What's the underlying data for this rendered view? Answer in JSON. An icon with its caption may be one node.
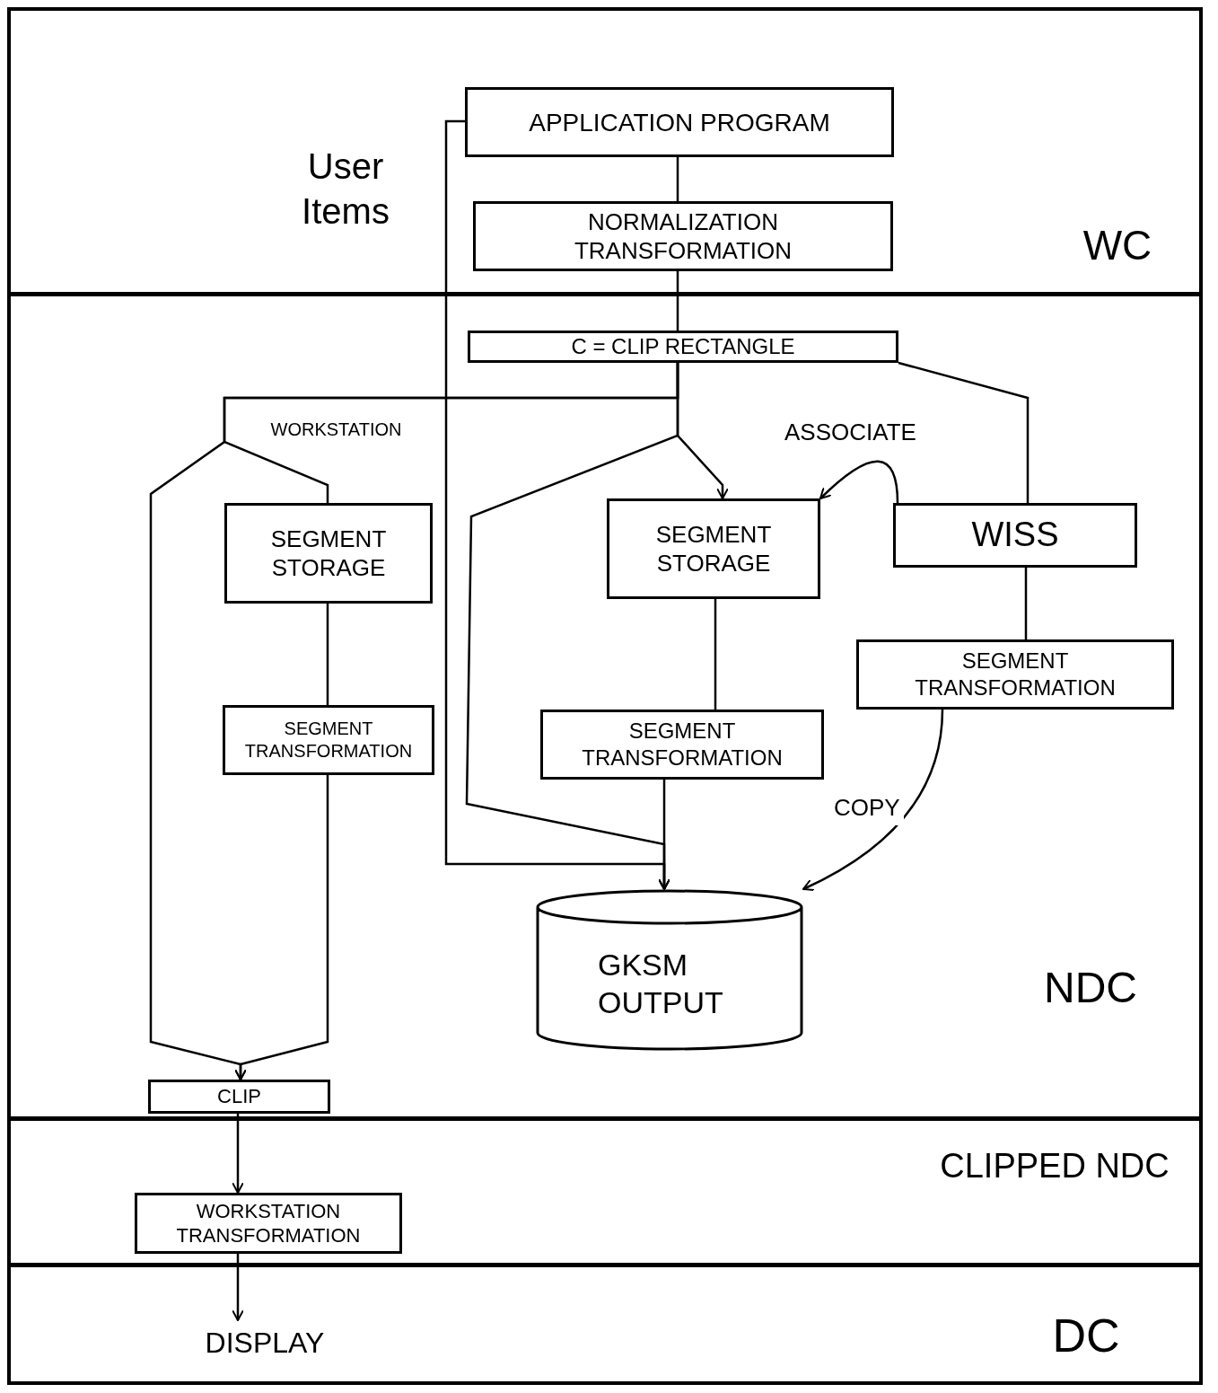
{
  "diagram": {
    "nodes": [
      {
        "text": [
          "APPLICATION PROGRAM"
        ]
      },
      {
        "text": [
          "NORMALIZATION TRANSFORMATION"
        ]
      },
      {
        "text": [
          "C = CLIP RECTANGLE"
        ]
      },
      {
        "text": [
          "SEGMENT STORAGE"
        ]
      },
      {
        "text": [
          "SEGMENT TRANSFORMATION"
        ]
      },
      {
        "text": [
          "SEGMENT STORAGE"
        ]
      },
      {
        "text": [
          "SEGMENT TRANSFORMATION"
        ]
      },
      {
        "text": [
          "WISS"
        ]
      },
      {
        "text": [
          "SEGMENT TRANSFORMATION"
        ]
      },
      {
        "text": [
          "GKSM OUTPUT"
        ]
      },
      {
        "text": [
          "CLIP"
        ]
      },
      {
        "text": [
          "WORKSTATION TRANSFORMATION"
        ]
      },
      {
        "text": [
          "DISPLAY"
        ]
      }
    ],
    "edges": [
      {
        "from": 0,
        "to": 1,
        "arrow": "none"
      },
      {
        "from": 1,
        "to": 2,
        "arrow": "none"
      },
      {
        "from": 2,
        "to": 3,
        "arrow": "none"
      },
      {
        "from": 2,
        "to": 10,
        "arrow": "to"
      },
      {
        "from": 2,
        "to": 5,
        "arrow": "to"
      },
      {
        "from": 2,
        "to": 9,
        "arrow": "to"
      },
      {
        "from": 2,
        "to": 7,
        "arrow": "none"
      },
      {
        "from": 0,
        "to": 9,
        "arrow": "to"
      },
      {
        "from": 3,
        "to": 4,
        "arrow": "none"
      },
      {
        "from": 4,
        "to": 10,
        "arrow": "to"
      },
      {
        "from": 5,
        "to": 6,
        "arrow": "none"
      },
      {
        "from": 6,
        "to": 9,
        "arrow": "to"
      },
      {
        "from": 7,
        "to": 8,
        "arrow": "none"
      },
      {
        "from": 7,
        "to": 5,
        "arrow": "to",
        "label": "ASSOCIATE"
      },
      {
        "from": 8,
        "to": 9,
        "arrow": "to",
        "label": "COPY"
      },
      {
        "from": 10,
        "to": 11,
        "arrow": "to"
      },
      {
        "from": 11,
        "to": 12,
        "arrow": "to"
      }
    ],
    "labels": [
      "User Items",
      "WC",
      "WORKSTATION",
      "NDC",
      "CLIPPED NDC",
      "DC"
    ]
  }
}
